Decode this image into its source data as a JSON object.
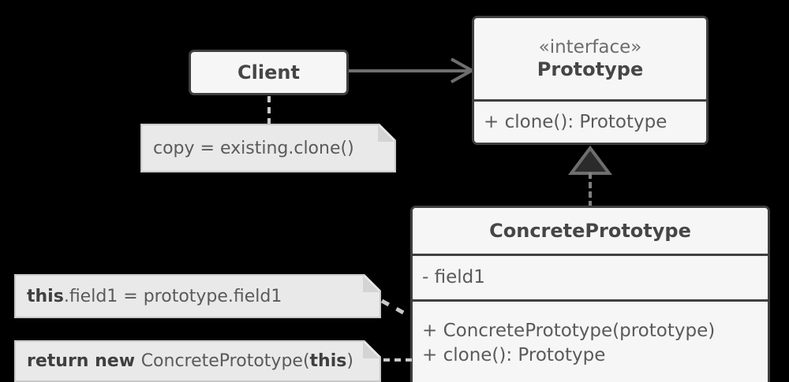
{
  "diagram": {
    "title": "Prototype design pattern UML class diagram",
    "background": "#000000",
    "colors": {
      "box_fill": "#f6f6f6",
      "box_border": "#3f3f3f",
      "note_fill": "#e9e9e9",
      "note_border": "#c9c9c9",
      "note_fold": "#d4d4d4",
      "connector": "#6e6e6e",
      "dashed_connector": "#c9c9c9",
      "text_dark": "#464646",
      "text_gray": "#5a5a5a"
    }
  },
  "classes": {
    "client": {
      "name": "Client"
    },
    "prototype": {
      "stereotype": "«interface»",
      "name": "Prototype",
      "operations": [
        "+ clone(): Prototype"
      ]
    },
    "concrete_prototype": {
      "name": "ConcretePrototype",
      "attributes": [
        "- field1"
      ],
      "operations": [
        "+ ConcretePrototype(prototype)",
        "+ clone(): Prototype"
      ]
    }
  },
  "notes": {
    "client_note": {
      "text": "copy = existing.clone()",
      "segments": [
        {
          "text": "copy = existing.clone()",
          "bold": false
        }
      ]
    },
    "copy_field_note": {
      "text": "this.field1 = prototype.field1",
      "segments": [
        {
          "text": "this",
          "bold": true
        },
        {
          "text": ".field1 = prototype.field1",
          "bold": false
        }
      ]
    },
    "return_new_note": {
      "text": "return new ConcretePrototype(this)",
      "segments": [
        {
          "text": "return new ",
          "bold": true
        },
        {
          "text": "ConcretePrototype(",
          "bold": false
        },
        {
          "text": "this",
          "bold": true
        },
        {
          "text": ")",
          "bold": false
        }
      ]
    }
  },
  "relationships": [
    {
      "name": "client-uses-prototype",
      "from": "Client",
      "to": "Prototype",
      "type": "association",
      "arrowhead": "open",
      "style": "solid"
    },
    {
      "name": "concreteprototype-implements-prototype",
      "from": "ConcretePrototype",
      "to": "Prototype",
      "type": "realization",
      "arrowhead": "hollow-triangle",
      "style": "dashed"
    },
    {
      "name": "client-note-anchor",
      "from": "Client",
      "to": "copy = existing.clone()",
      "type": "note-anchor",
      "style": "dashed"
    },
    {
      "name": "copy-field-note-anchor",
      "from": "this.field1 = prototype.field1",
      "to": "ConcretePrototype",
      "type": "note-anchor",
      "style": "dashed"
    },
    {
      "name": "return-new-note-anchor",
      "from": "return new ConcretePrototype(this)",
      "to": "ConcretePrototype",
      "type": "note-anchor",
      "style": "dashed"
    }
  ]
}
